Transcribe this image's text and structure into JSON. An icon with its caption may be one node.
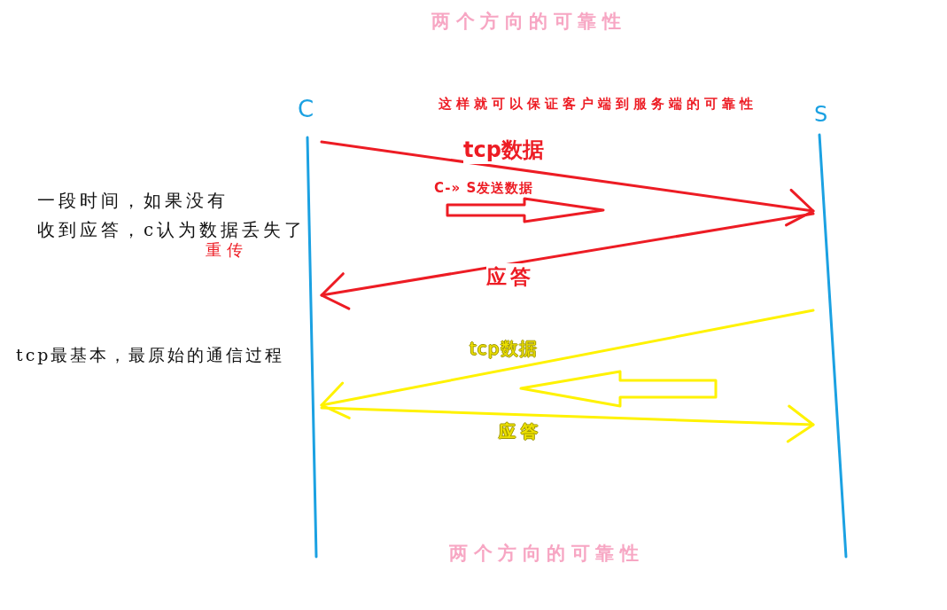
{
  "diagram": {
    "title": "两个方向的可靠性",
    "caption": "两个方向的可靠性",
    "nodes": [
      {
        "text": [
          "C"
        ]
      },
      {
        "text": [
          "S"
        ]
      }
    ],
    "edges": [
      {
        "from": 0,
        "to": 1,
        "arrow": "to",
        "label": "tcp数据",
        "color": "#ed1c24"
      },
      {
        "from": 1,
        "to": 0,
        "arrow": "to",
        "label": "应答",
        "color": "#ed1c24"
      },
      {
        "from": 1,
        "to": 0,
        "arrow": "to",
        "label": "tcp数据",
        "color": "#fff200"
      },
      {
        "from": 0,
        "to": 1,
        "arrow": "to",
        "label": "应答",
        "color": "#fff200"
      }
    ],
    "labels": [
      "这样就可以保证客户端到服务端的可靠性",
      "一段时间，如果没有收到应答，c认为数据丢失了",
      "C-» S发送数据",
      "重传",
      "tcp最基本，最原始的通信过程"
    ]
  }
}
